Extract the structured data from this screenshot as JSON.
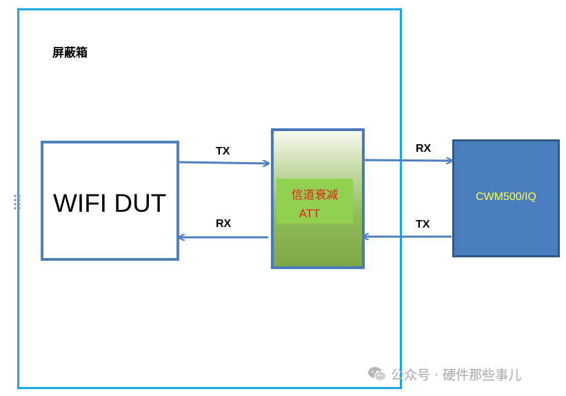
{
  "diagram": {
    "shield_box": {
      "label": "屏蔽箱"
    },
    "dut": {
      "label": "WIFI DUT"
    },
    "attenuator": {
      "name": "信道衰减",
      "code": "ATT"
    },
    "instrument": {
      "label": "CWM500/IQ"
    },
    "links": {
      "dut_to_att": "TX",
      "att_to_dut": "RX",
      "att_to_instrument": "RX",
      "instrument_to_att": "TX"
    }
  },
  "watermark": {
    "text": "公众号 · 硬件那些事儿",
    "icon": "wechat-icon"
  },
  "colors": {
    "shield_border": "#18a7e0",
    "box_border": "#4f7fbf",
    "arrow": "#4f7fbf",
    "att_fill": "#92d050",
    "att_text": "#e81e1e",
    "instrument_fill": "#4a7ebd",
    "instrument_text": "#ffff4f",
    "watermark": "#a8a8a8"
  }
}
